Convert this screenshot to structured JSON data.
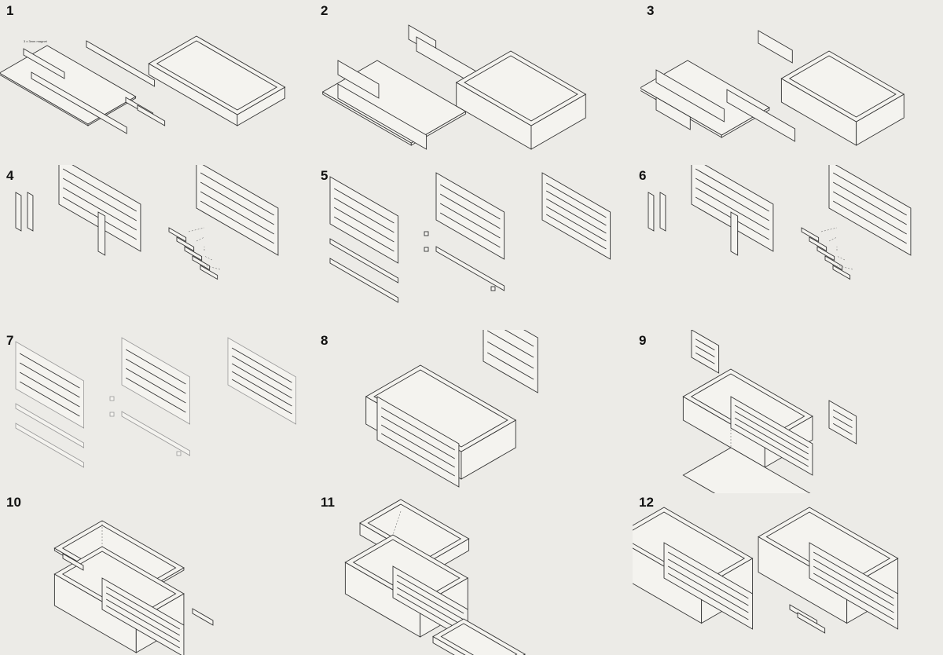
{
  "steps": [
    {
      "number": "1",
      "annotation": "3 x 3mm magnet"
    },
    {
      "number": "2"
    },
    {
      "number": "3"
    },
    {
      "number": "4"
    },
    {
      "number": "5"
    },
    {
      "number": "6"
    },
    {
      "number": "7"
    },
    {
      "number": "8"
    },
    {
      "number": "9"
    },
    {
      "number": "10"
    },
    {
      "number": "11"
    },
    {
      "number": "12"
    }
  ]
}
